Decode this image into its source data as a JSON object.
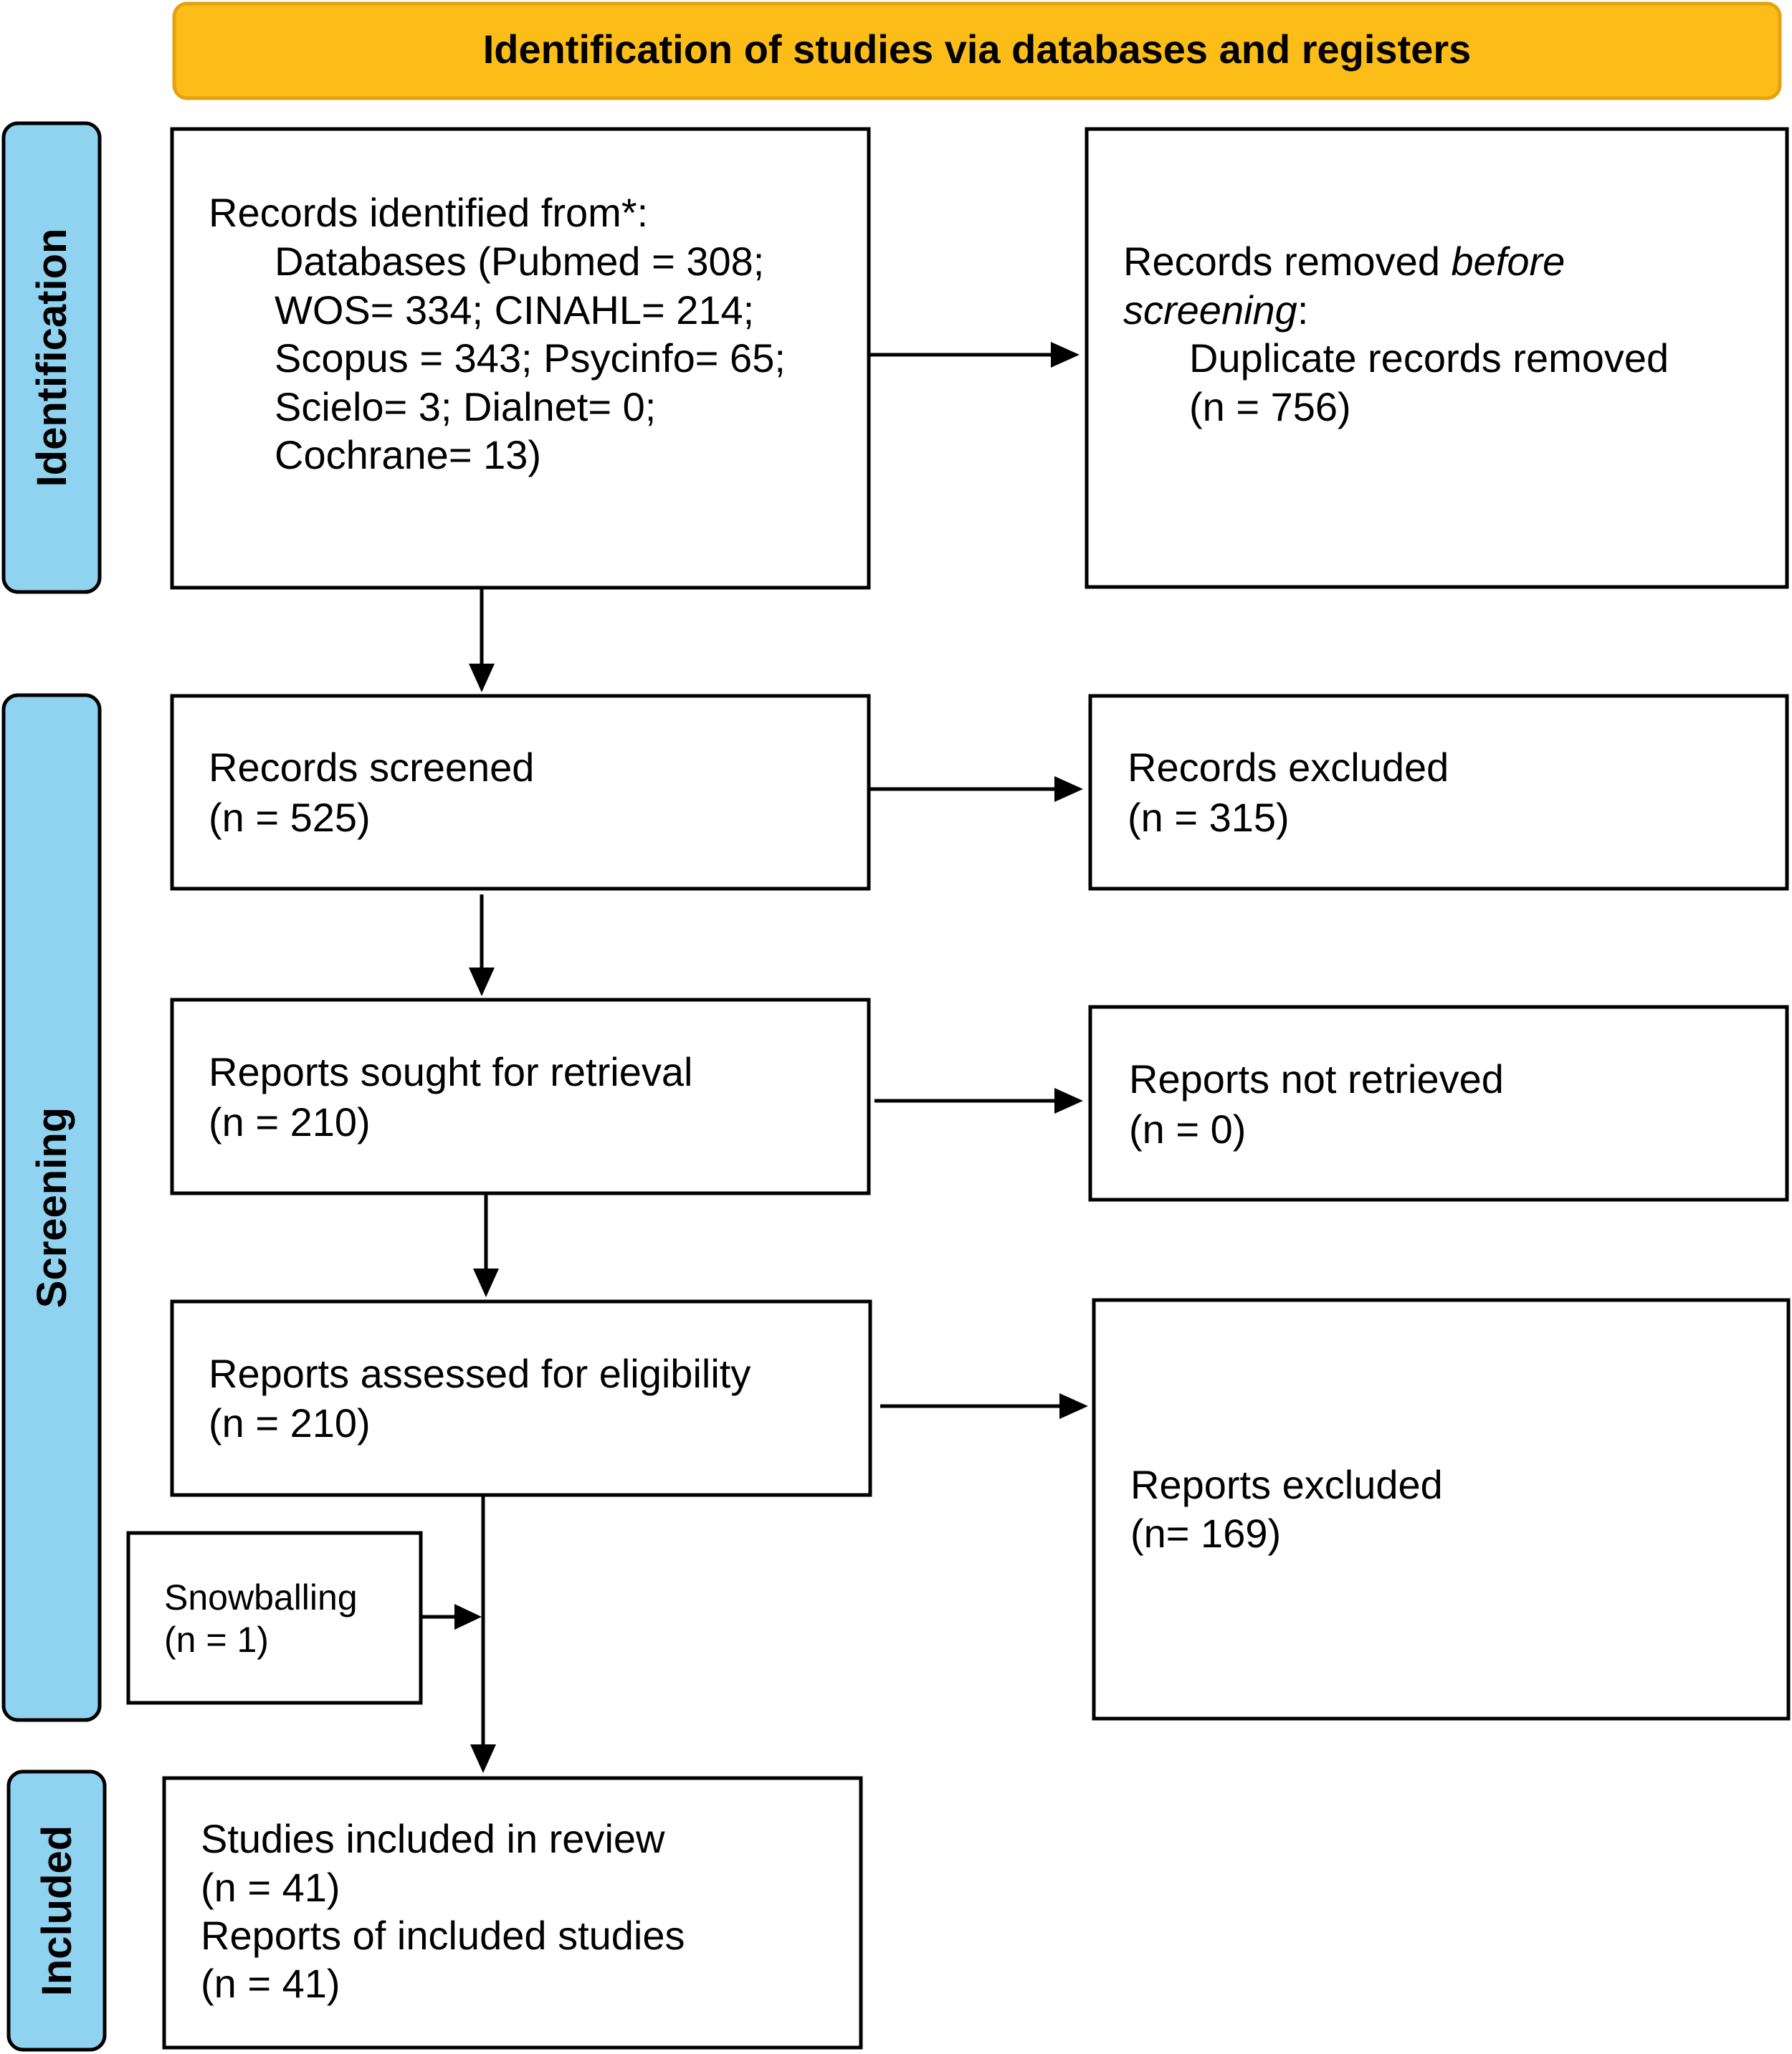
{
  "header": {
    "title": "Identification of studies via databases and registers"
  },
  "phases": {
    "identification": "Identification",
    "screening": "Screening",
    "included": "Included"
  },
  "nodes": {
    "records_identified": {
      "line1": "Records identified from*:",
      "line2": "Databases (Pubmed = 308;",
      "line3": "WOS= 334; CINAHL= 214;",
      "line4": "Scopus = 343; Psycinfo= 65;",
      "line5": "Scielo= 3; Dialnet= 0;",
      "line6": "Cochrane= 13)"
    },
    "records_removed": {
      "line1_a": "Records removed ",
      "line1_b": "before",
      "line2_a": "screening",
      "line2_b": ":",
      "line3": "Duplicate records removed",
      "line4": "(n = 756)"
    },
    "records_screened": {
      "label": "Records screened",
      "count": "(n = 525)"
    },
    "records_excluded": {
      "label": "Records excluded",
      "count": "(n = 315)"
    },
    "reports_sought": {
      "label": "Reports sought for retrieval",
      "count": "(n = 210)"
    },
    "reports_not_retrieved": {
      "label": "Reports not retrieved",
      "count": "(n = 0)"
    },
    "reports_assessed": {
      "label": "Reports assessed for eligibility",
      "count": "(n = 210)"
    },
    "reports_excluded": {
      "label": "Reports excluded",
      "count": "(n= 169)"
    },
    "snowballing": {
      "label": "Snowballing",
      "count": "(n = 1)"
    },
    "studies_included": {
      "line1": "Studies included in review",
      "line2": "(n = 41)",
      "line3": "Reports of included studies",
      "line4": "(n = 41)"
    }
  },
  "colors": {
    "header_fill": "#fdbd18",
    "phase_fill": "#8fd3f0",
    "box_stroke": "#000000"
  }
}
